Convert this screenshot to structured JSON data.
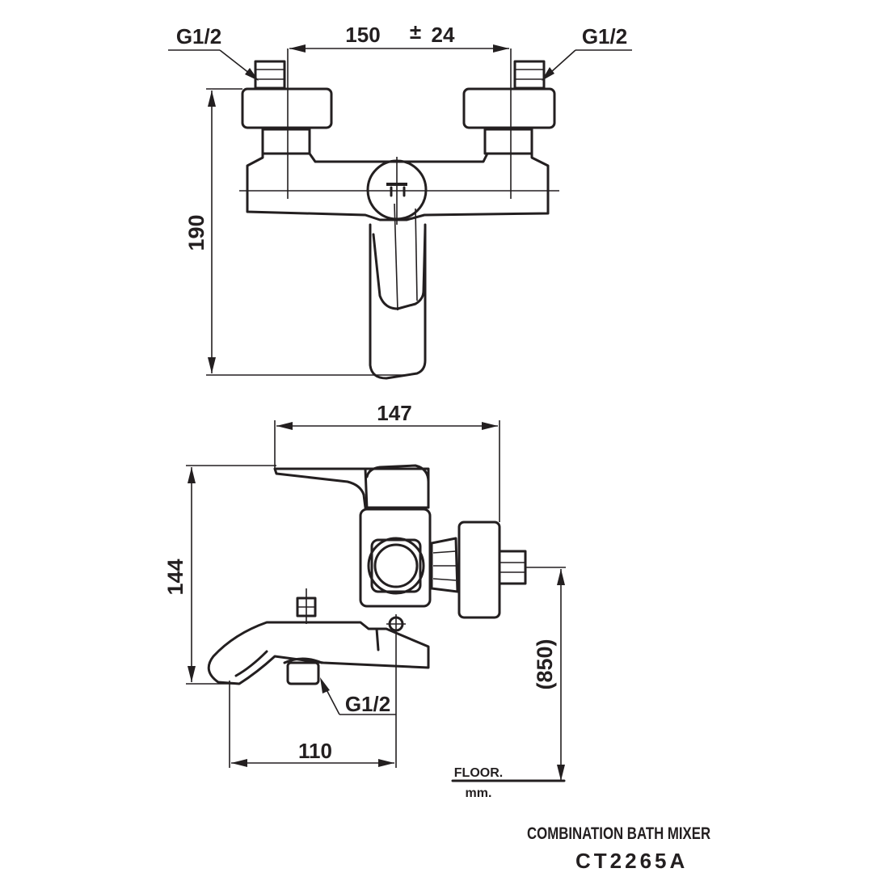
{
  "front_view": {
    "width_dim": "150",
    "tolerance_sign": "±",
    "tolerance_value": "24",
    "height_dim": "190",
    "inlet_left": "G1/2",
    "inlet_right": "G1/2"
  },
  "side_view": {
    "depth_dim": "147",
    "height_dim": "144",
    "spout_reach_dim": "110",
    "mount_height_dim": "(850)",
    "outlet_thread": "G1/2",
    "floor_label": "FLOOR.",
    "unit_label": "mm."
  },
  "title_block": {
    "product_name": "COMBINATION BATH MIXER",
    "model_code": "CT2265A"
  }
}
